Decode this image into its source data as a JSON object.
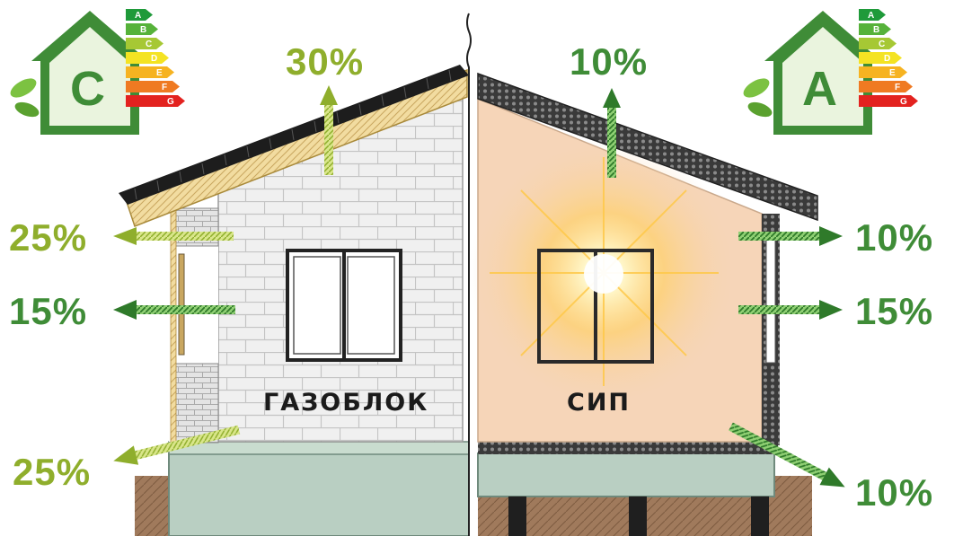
{
  "left_house": {
    "material_label": "ГАЗОБЛОК",
    "energy_class": "C",
    "heat_loss": {
      "roof": "30%",
      "upper_wall": "25%",
      "window": "15%",
      "floor": "25%"
    }
  },
  "right_house": {
    "material_label": "СИП",
    "energy_class": "A",
    "heat_loss": {
      "roof": "10%",
      "upper_wall": "10%",
      "window": "15%",
      "floor": "10%"
    }
  },
  "rating_scale": [
    "A",
    "B",
    "C",
    "D",
    "E",
    "F",
    "G"
  ],
  "colors": {
    "light_green": "#8fae2c",
    "dark_green": "#3f8c37",
    "gas_block_wall": "#f0f0f0",
    "sip_wall": "#f6d5b8",
    "foundation": "#b9cfc2",
    "ground": "#a07a5c"
  },
  "icons": [
    "energy-house-icon",
    "sun-glow-icon",
    "leaf-icon"
  ]
}
